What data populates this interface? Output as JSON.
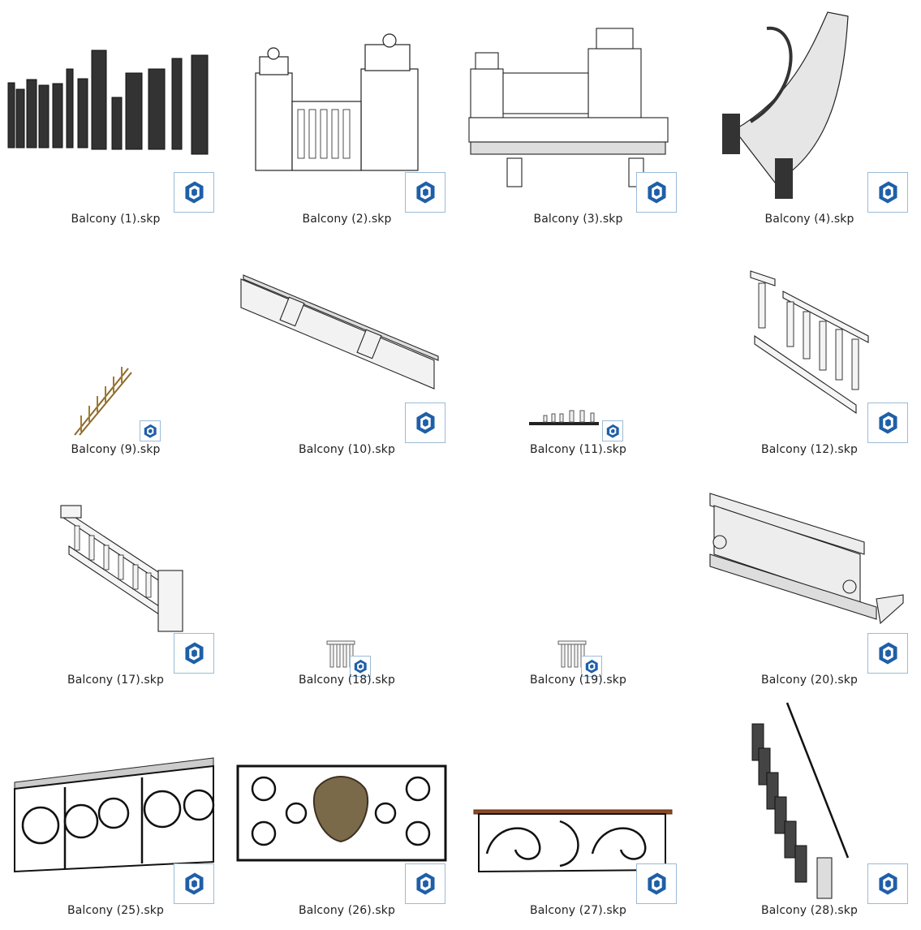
{
  "files": [
    {
      "name": "Balcony (1).skp",
      "icon": "sketchup-file-icon"
    },
    {
      "name": "Balcony (2).skp",
      "icon": "sketchup-file-icon"
    },
    {
      "name": "Balcony (3).skp",
      "icon": "sketchup-file-icon"
    },
    {
      "name": "Balcony (4).skp",
      "icon": "sketchup-file-icon"
    },
    {
      "name": "Balcony (9).skp",
      "icon": "sketchup-file-icon"
    },
    {
      "name": "Balcony (10).skp",
      "icon": "sketchup-file-icon"
    },
    {
      "name": "Balcony (11).skp",
      "icon": "sketchup-file-icon"
    },
    {
      "name": "Balcony (12).skp",
      "icon": "sketchup-file-icon"
    },
    {
      "name": "Balcony (17).skp",
      "icon": "sketchup-file-icon"
    },
    {
      "name": "Balcony (18).skp",
      "icon": "sketchup-file-icon"
    },
    {
      "name": "Balcony (19).skp",
      "icon": "sketchup-file-icon"
    },
    {
      "name": "Balcony (20).skp",
      "icon": "sketchup-file-icon"
    },
    {
      "name": "Balcony (25).skp",
      "icon": "sketchup-file-icon"
    },
    {
      "name": "Balcony (26).skp",
      "icon": "sketchup-file-icon"
    },
    {
      "name": "Balcony (27).skp",
      "icon": "sketchup-file-icon"
    },
    {
      "name": "Balcony (28).skp",
      "icon": "sketchup-file-icon"
    }
  ],
  "colors": {
    "badge_blue": "#1f5fa8",
    "badge_border": "#9bbbd6",
    "label_text": "#222222"
  }
}
